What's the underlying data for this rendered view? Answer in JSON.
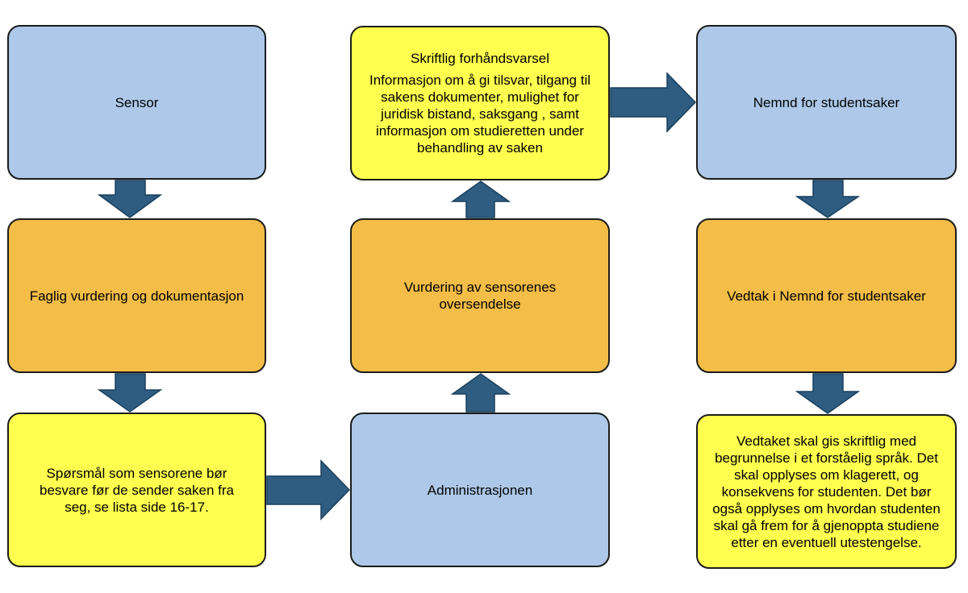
{
  "boxes": {
    "sensor": "Sensor",
    "faglig": "Faglig vurdering og dokumentasjon",
    "sporsmal": "Spørsmål som sensorene bør besvare før de sender saken fra seg, se lista side 16-17.",
    "administrasjonen": "Administrasjonen",
    "vurdering": "Vurdering av sensorenes oversendelse",
    "varsel_title": "Skriftlig forhåndsvarsel",
    "varsel_body": "Informasjon om å gi tilsvar, tilgang til sakens dokumenter, mulighet for juridisk bistand, saksgang , samt informasjon om studieretten under behandling av saken",
    "nemnd": "Nemnd for studentsaker",
    "vedtak": "Vedtak i Nemnd for studentsaker",
    "vedtaket": "Vedtaket skal gis skriftlig med begrunnelse i et forståelig språk. Det skal opplyses om klagerett, og konsekvens for studenten. Det bør også opplyses om hvordan studenten skal gå frem for å gjenoppta studiene etter en eventuell utestengelse."
  },
  "colors": {
    "blue": "#adc8e8",
    "orange": "#f3bd47",
    "yellow": "#ffff4f",
    "arrow": "#2e5d81"
  }
}
